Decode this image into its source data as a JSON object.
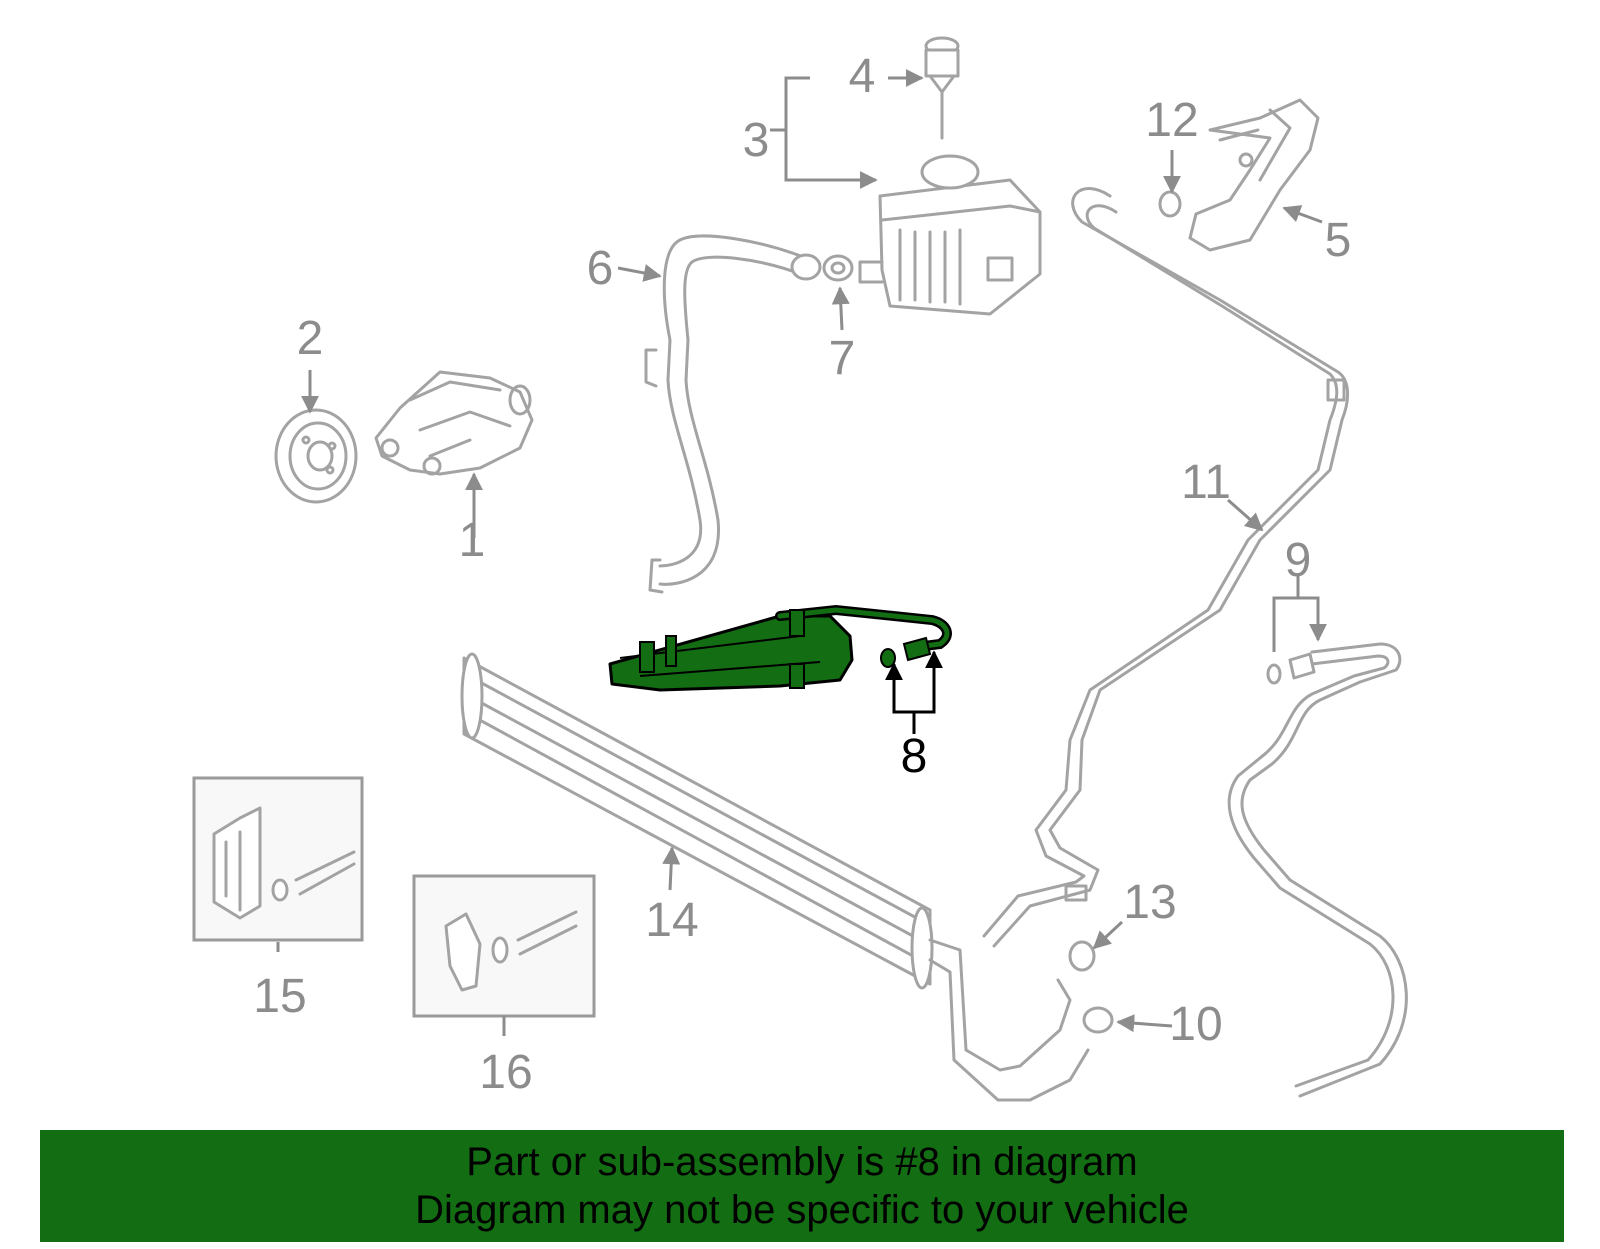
{
  "callouts": {
    "c1": "1",
    "c2": "2",
    "c3": "3",
    "c4": "4",
    "c5": "5",
    "c6": "6",
    "c7": "7",
    "c8": "8",
    "c9": "9",
    "c10": "10",
    "c11": "11",
    "c12": "12",
    "c13": "13",
    "c14": "14",
    "c15": "15",
    "c16": "16"
  },
  "highlight": {
    "part": "8",
    "color": "#136d13"
  },
  "banner": {
    "line1": "Part or sub-assembly is #8 in diagram",
    "line2": "Diagram may not be specific to your vehicle",
    "color": "#136d13"
  }
}
